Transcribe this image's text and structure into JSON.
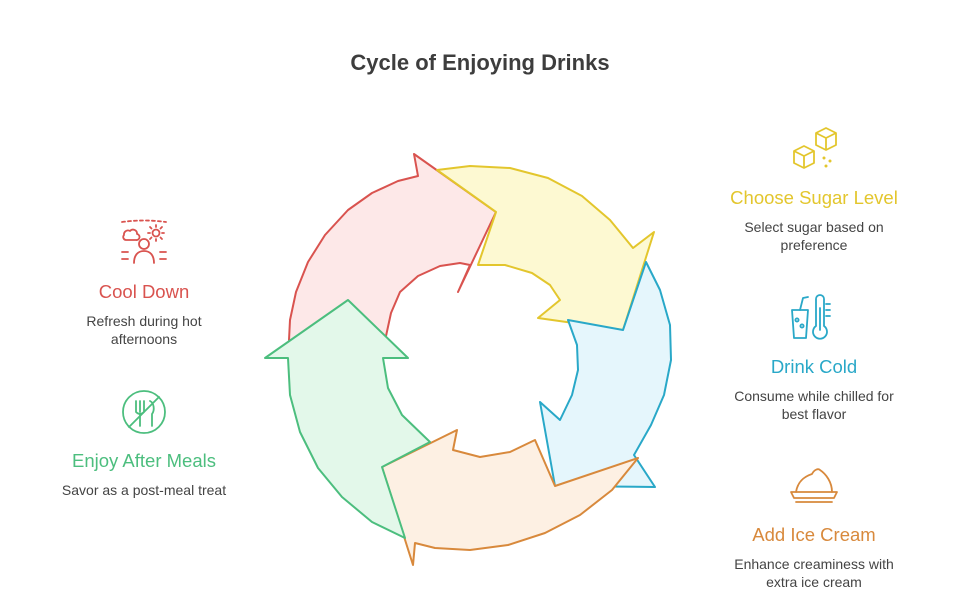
{
  "title": "Cycle of Enjoying Drinks",
  "colors": {
    "red": "#d9534f",
    "yellow": "#e3c62d",
    "blue": "#29a8c8",
    "orange": "#d8893c",
    "green": "#4cbe7e",
    "red_fill": "#fde8e8",
    "yellow_fill": "#fdf9d2",
    "blue_fill": "#e5f6fc",
    "orange_fill": "#fdf0e3",
    "green_fill": "#e3f8ea"
  },
  "steps": [
    {
      "label": "Choose Sugar Level",
      "description": "Select sugar based on\npreference",
      "icon": "sugar-cubes-icon",
      "color": "#e3c62d"
    },
    {
      "label": "Drink Cold",
      "description": "Consume while chilled for\nbest flavor",
      "icon": "cold-drink-thermometer-icon",
      "color": "#29a8c8"
    },
    {
      "label": "Add Ice Cream",
      "description": "Enhance creaminess with\nextra ice cream",
      "icon": "ice-cream-bowl-icon",
      "color": "#d8893c"
    },
    {
      "label": "Enjoy After Meals",
      "description": "Savor as a post-meal treat",
      "icon": "no-dining-icon",
      "color": "#4cbe7e"
    },
    {
      "label": "Cool Down",
      "description": "Refresh during hot\nafternoons",
      "icon": "person-sun-weather-icon",
      "color": "#d9534f"
    }
  ]
}
